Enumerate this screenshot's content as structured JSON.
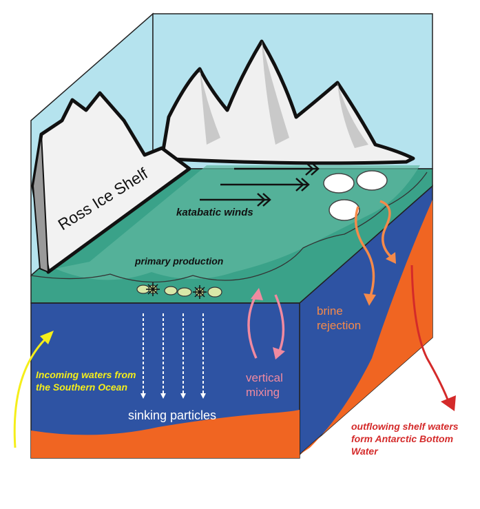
{
  "labels": {
    "ross_ice_shelf": "Ross Ice Shelf",
    "katabatic_winds": "katabatic winds",
    "primary_production": "primary production",
    "incoming_waters": "Incoming waters from the Southern Ocean",
    "sinking_particles": "sinking particles",
    "vertical_mixing": "vertical mixing",
    "brine_rejection": "brine rejection",
    "outflowing": "outflowing shelf waters form Antarctic Bottom Water"
  },
  "colors": {
    "sky": "#b5e3ee",
    "sea_surface": "#3aa289",
    "deep_water": "#2e53a3",
    "seafloor": "#f06522",
    "ice": "#f2f2f2",
    "incoming_arrow": "#f5ee1a",
    "mixing_arrow": "#f08aa0",
    "brine_arrow": "#f58a4a",
    "outflow_arrow": "#d42a2a"
  },
  "icons": [
    "katabatic-wind-arrows",
    "sea-ice-floes",
    "plankton-chain",
    "sinking-particle-arrows"
  ]
}
